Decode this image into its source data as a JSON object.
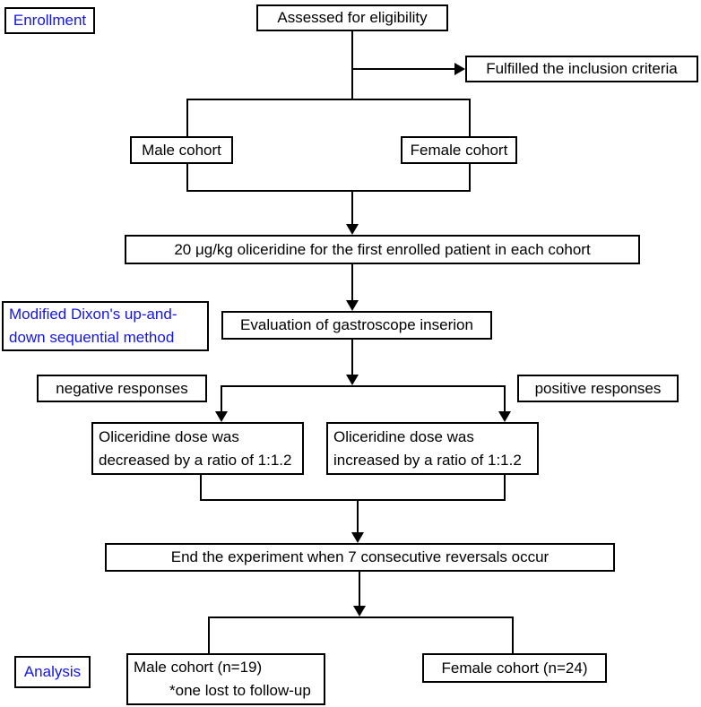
{
  "diagram": {
    "title_semantic": "Study enrollment and dose-adjustment flowchart",
    "colors": {
      "label_text": "#1414ee",
      "line": "#000000",
      "node_border": "#000000",
      "background": "#ffffff"
    },
    "side_labels": {
      "enrollment": "Enrollment",
      "method": {
        "line1": "Modified Dixon's up-and-",
        "line2": "down sequential method"
      },
      "analysis": "Analysis"
    },
    "nodes": {
      "assessed": "Assessed for eligibility",
      "fulfilled": "Fulfilled the inclusion criteria",
      "male_cohort": "Male cohort",
      "female_cohort": "Female cohort",
      "initial_dose": "20 μg/kg oliceridine for the first enrolled patient in each cohort",
      "evaluation": "Evaluation of gastroscope inserion",
      "negative": "negative responses",
      "positive": "positive responses",
      "decrease": {
        "line1": "Oliceridine dose was",
        "line2": "decreased by a ratio of 1:1.2"
      },
      "increase": {
        "line1": "Oliceridine dose was",
        "line2": "increased by a ratio of 1:1.2"
      },
      "end_rule": "End the experiment when 7 consecutive reversals  occur",
      "male_analysis": {
        "line1": "Male cohort (n=19)",
        "line2": "*one lost to follow-up"
      },
      "female_analysis": "Female cohort (n=24)"
    }
  }
}
